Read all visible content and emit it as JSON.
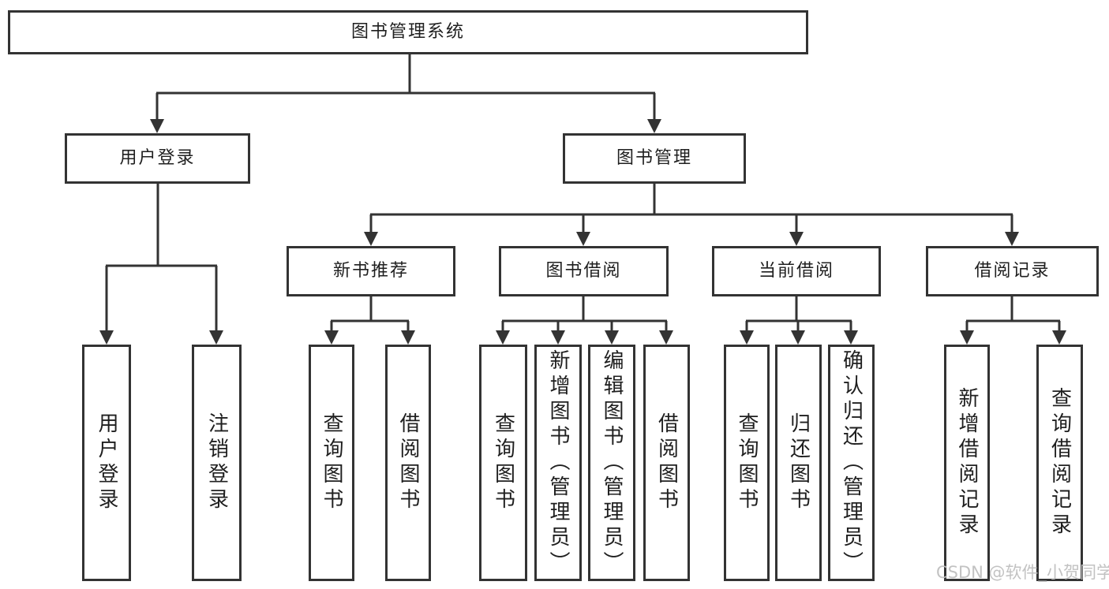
{
  "diagram_type": "hierarchy-tree",
  "tree": {
    "label": "图书管理系统",
    "children": [
      {
        "label": "用户登录",
        "children": [
          {
            "label": "用户登录"
          },
          {
            "label": "注销登录"
          }
        ]
      },
      {
        "label": "图书管理",
        "children": [
          {
            "label": "新书推荐",
            "children": [
              {
                "label": "查询图书"
              },
              {
                "label": "借阅图书"
              }
            ]
          },
          {
            "label": "图书借阅",
            "children": [
              {
                "label": "查询图书"
              },
              {
                "label": "新增图书（管理员）"
              },
              {
                "label": "编辑图书（管理员）"
              },
              {
                "label": "借阅图书"
              }
            ]
          },
          {
            "label": "当前借阅",
            "children": [
              {
                "label": "查询图书"
              },
              {
                "label": "归还图书"
              },
              {
                "label": "确认归还（管理员）"
              }
            ]
          },
          {
            "label": "借阅记录",
            "children": [
              {
                "label": "新增借阅记录"
              },
              {
                "label": "查询借阅记录"
              }
            ]
          }
        ]
      }
    ]
  },
  "watermark": {
    "text": "CSDN @软件_小贺同学"
  },
  "colors": {
    "line": "#333333",
    "text": "#1f1f1f",
    "box-bg": "#ffffff",
    "watermark": "#bfbfbf",
    "background": "#ffffff"
  }
}
